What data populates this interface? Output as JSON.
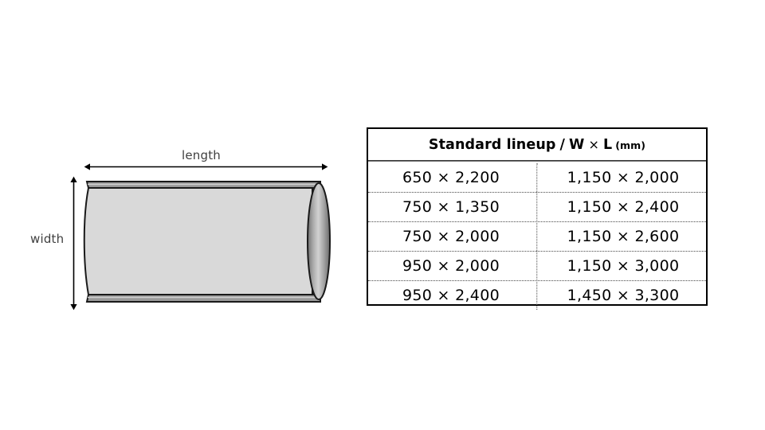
{
  "diagram": {
    "name": "roll-product-diagram",
    "length_label": "length",
    "width_label": "width",
    "colors": {
      "body_fill": "#d9d9d9",
      "strip_fill": "#9a9a9a",
      "outline": "#1a1a1a",
      "end_cap_light": "#d0d0d0",
      "end_cap_dark": "#6f6f6f",
      "label_text": "#404040"
    }
  },
  "table": {
    "header": {
      "title": "Standard lineup",
      "separator": "/",
      "w": "W",
      "times": "×",
      "l": "L",
      "unit": "(mm)"
    },
    "columns": 2,
    "rows": [
      {
        "left": "650 × 2,200",
        "right": "1,150 × 2,000"
      },
      {
        "left": "750 × 1,350",
        "right": "1,150 × 2,400"
      },
      {
        "left": "750 × 2,000",
        "right": "1,150 × 2,600"
      },
      {
        "left": "950 × 2,000",
        "right": "1,150 × 3,000"
      },
      {
        "left": "950 × 2,400",
        "right": "1,450 × 3,300"
      }
    ]
  }
}
